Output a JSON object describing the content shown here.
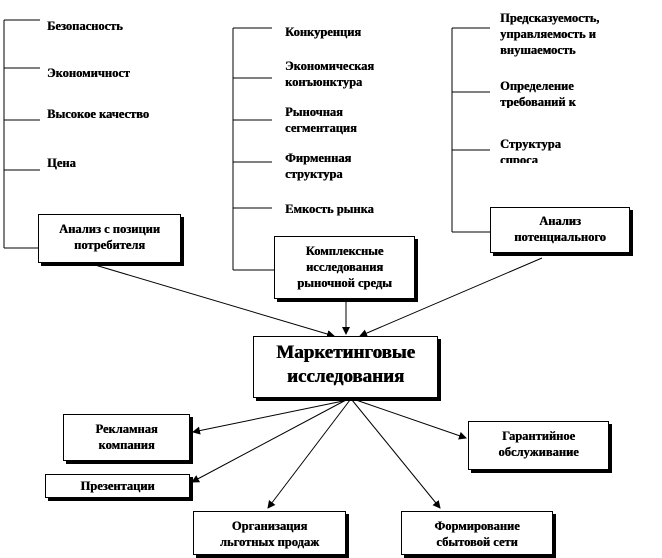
{
  "left_column": {
    "items": [
      "Безопасность",
      "Экономичност",
      "Высокое качество",
      "Цена"
    ],
    "box": [
      "Анализ с позиции",
      "потребителя"
    ]
  },
  "middle_column": {
    "items": [
      [
        "Конкуренция"
      ],
      [
        "Экономическая",
        "конъюнктура"
      ],
      [
        "Рыночная",
        "сегментация"
      ],
      [
        "Фирменная",
        "структура"
      ],
      [
        "Емкость рынка"
      ]
    ],
    "box": [
      "Комплексные",
      "исследования",
      "рыночной среды"
    ]
  },
  "right_column": {
    "items": [
      [
        "Предсказуемость,",
        "управляемость и",
        "внушаемость"
      ],
      [
        "Определение",
        "требований к"
      ],
      [
        "Структура",
        "спроса"
      ]
    ],
    "box": [
      "Анализ",
      "потенциального"
    ]
  },
  "center": {
    "title": [
      "Маркетинговые",
      "исследования"
    ]
  },
  "outputs": {
    "advertising": [
      "Рекламная",
      "компания"
    ],
    "presentations": [
      "Презентации"
    ],
    "warranty": [
      "Гарантийное",
      "обслуживание"
    ],
    "sales_org": [
      "Организация",
      "льготных продаж"
    ],
    "network": [
      "Формирование",
      "сбытовой сети"
    ]
  }
}
